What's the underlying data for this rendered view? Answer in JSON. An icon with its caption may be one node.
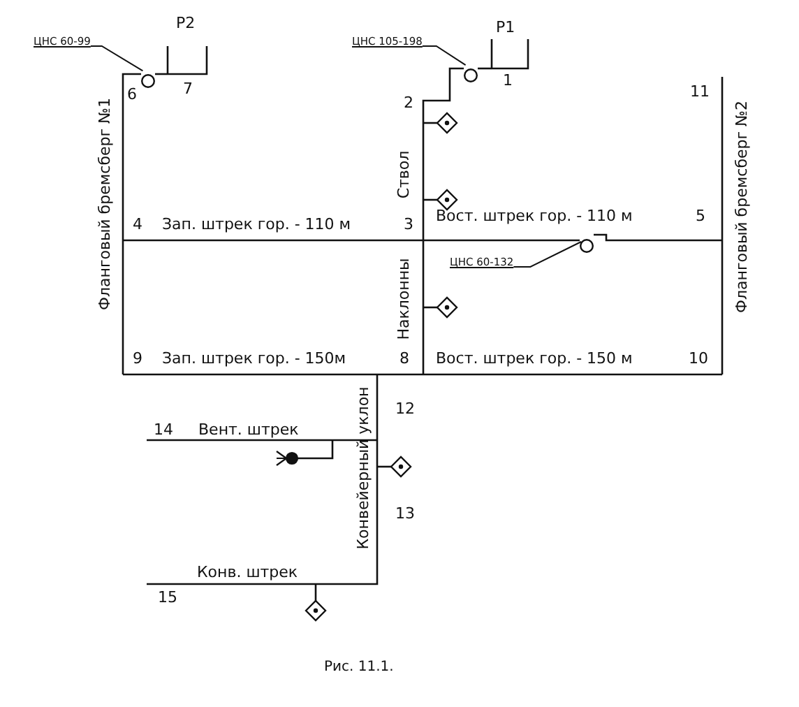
{
  "diagram": {
    "caption": "Рис. 11.1.",
    "nodes": [
      {
        "text": [
          "ЦНС 60-99"
        ]
      },
      {
        "text": [],
        "shape": "circle"
      },
      {
        "text": [
          "ЦНС 105-198"
        ]
      },
      {
        "text": [],
        "shape": "circle"
      },
      {
        "text": [
          "ЦНС 60-132"
        ]
      },
      {
        "text": [],
        "shape": "circle"
      }
    ],
    "edges": [
      {
        "from": 0,
        "to": 1,
        "arrow": "none"
      },
      {
        "from": 2,
        "to": 3,
        "arrow": "none"
      },
      {
        "from": 4,
        "to": 5,
        "arrow": "none"
      }
    ],
    "labels": [
      "Р2",
      "Р1",
      "6",
      "7",
      "1",
      "2",
      "11",
      "Фланговый бремсберг №1",
      "Ствол",
      "Фланговый бремсберг №2",
      "4",
      "Зап. штрек гор. - 110 м",
      "3",
      "Вост. штрек гор. - 110 м",
      "5",
      "Наклонны",
      "9",
      "Зап. штрек гор. - 150м",
      "8",
      "Вост. штрек гор. - 150 м",
      "10",
      "12",
      "Конвейерный уклон",
      "14",
      "Вент. штрек",
      "13",
      "Конв. штрек",
      "15"
    ]
  }
}
